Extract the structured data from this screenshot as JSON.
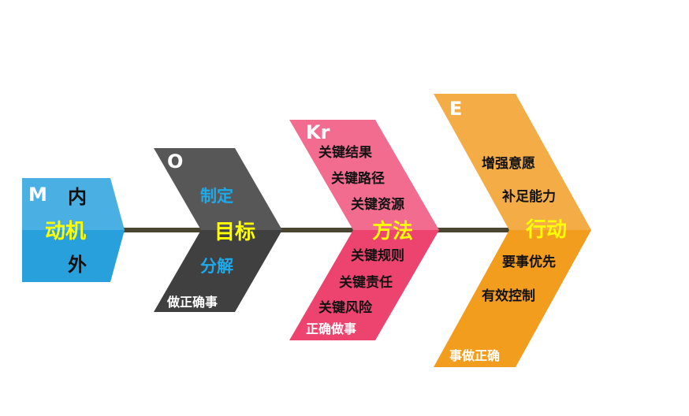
{
  "diagram": {
    "spine_color": "#4a4530",
    "m": {
      "letter": "M",
      "top": "内",
      "center": "动机",
      "bottom": "外",
      "colors": [
        "#4aafe3",
        "#28a0dc"
      ]
    },
    "o": {
      "letter": "O",
      "top": "制定",
      "center": "目标",
      "bottom": "分解",
      "footer": "做正确事",
      "colors": [
        "#575757",
        "#404040"
      ]
    },
    "kr": {
      "letter": "Kr",
      "upper_items": [
        "关键结果",
        "关键路径",
        "关键资源"
      ],
      "center": "方法",
      "lower_items": [
        "关键规则",
        "关键责任",
        "关键风险"
      ],
      "footer": "正确做事",
      "colors": [
        "#f26c90",
        "#ec446f"
      ]
    },
    "e": {
      "letter": "E",
      "upper_items": [
        "增强意愿",
        "补足能力"
      ],
      "center": "行动",
      "lower_items": [
        "要事优先",
        "有效控制"
      ],
      "footer": "事做正确",
      "colors": [
        "#f4ac46",
        "#f39d1e"
      ]
    }
  }
}
